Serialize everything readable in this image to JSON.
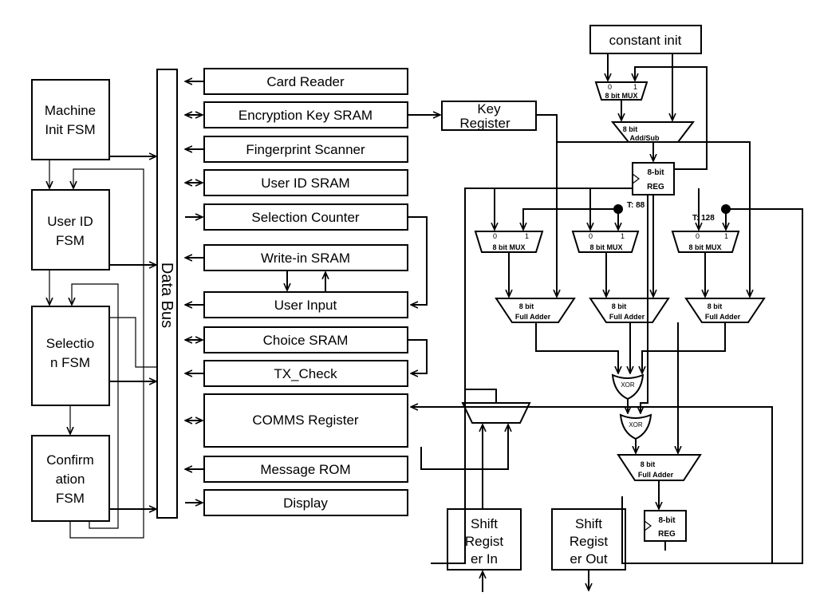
{
  "fsm": {
    "machine_init": [
      "Machine",
      "Init FSM"
    ],
    "user_id": [
      "User ID",
      "FSM"
    ],
    "selection": [
      "Selectio",
      "n FSM"
    ],
    "confirmation": [
      "Confirm",
      "ation",
      "FSM"
    ]
  },
  "data_bus": "Data Bus",
  "peripherals": {
    "card_reader": "Card Reader",
    "encryption_key_sram": "Encryption Key SRAM",
    "fingerprint_scanner": "Fingerprint Scanner",
    "user_id_sram": "User ID SRAM",
    "selection_counter": "Selection Counter",
    "write_in_sram": "Write-in SRAM",
    "user_input": "User Input",
    "choice_sram": "Choice SRAM",
    "tx_check": "TX_Check",
    "comms_register": "COMMS Register",
    "message_rom": "Message ROM",
    "display": "Display"
  },
  "crypto": {
    "constant_init": "constant init",
    "key_register": [
      "Key",
      "Register"
    ],
    "mux_label": "8 bit MUX",
    "mux_in0": "0",
    "mux_in1": "1",
    "addsub": [
      "8 bit",
      "Add/Sub"
    ],
    "reg": [
      "8-bit",
      "REG"
    ],
    "full_adder": [
      "8 bit",
      "Full Adder"
    ],
    "xor": "XOR",
    "t88": "T: 88",
    "t128": "T: 128",
    "shift_in": [
      "Shift",
      "Regist",
      "er In"
    ],
    "shift_out": [
      "Shift",
      "Regist",
      "er Out"
    ]
  }
}
